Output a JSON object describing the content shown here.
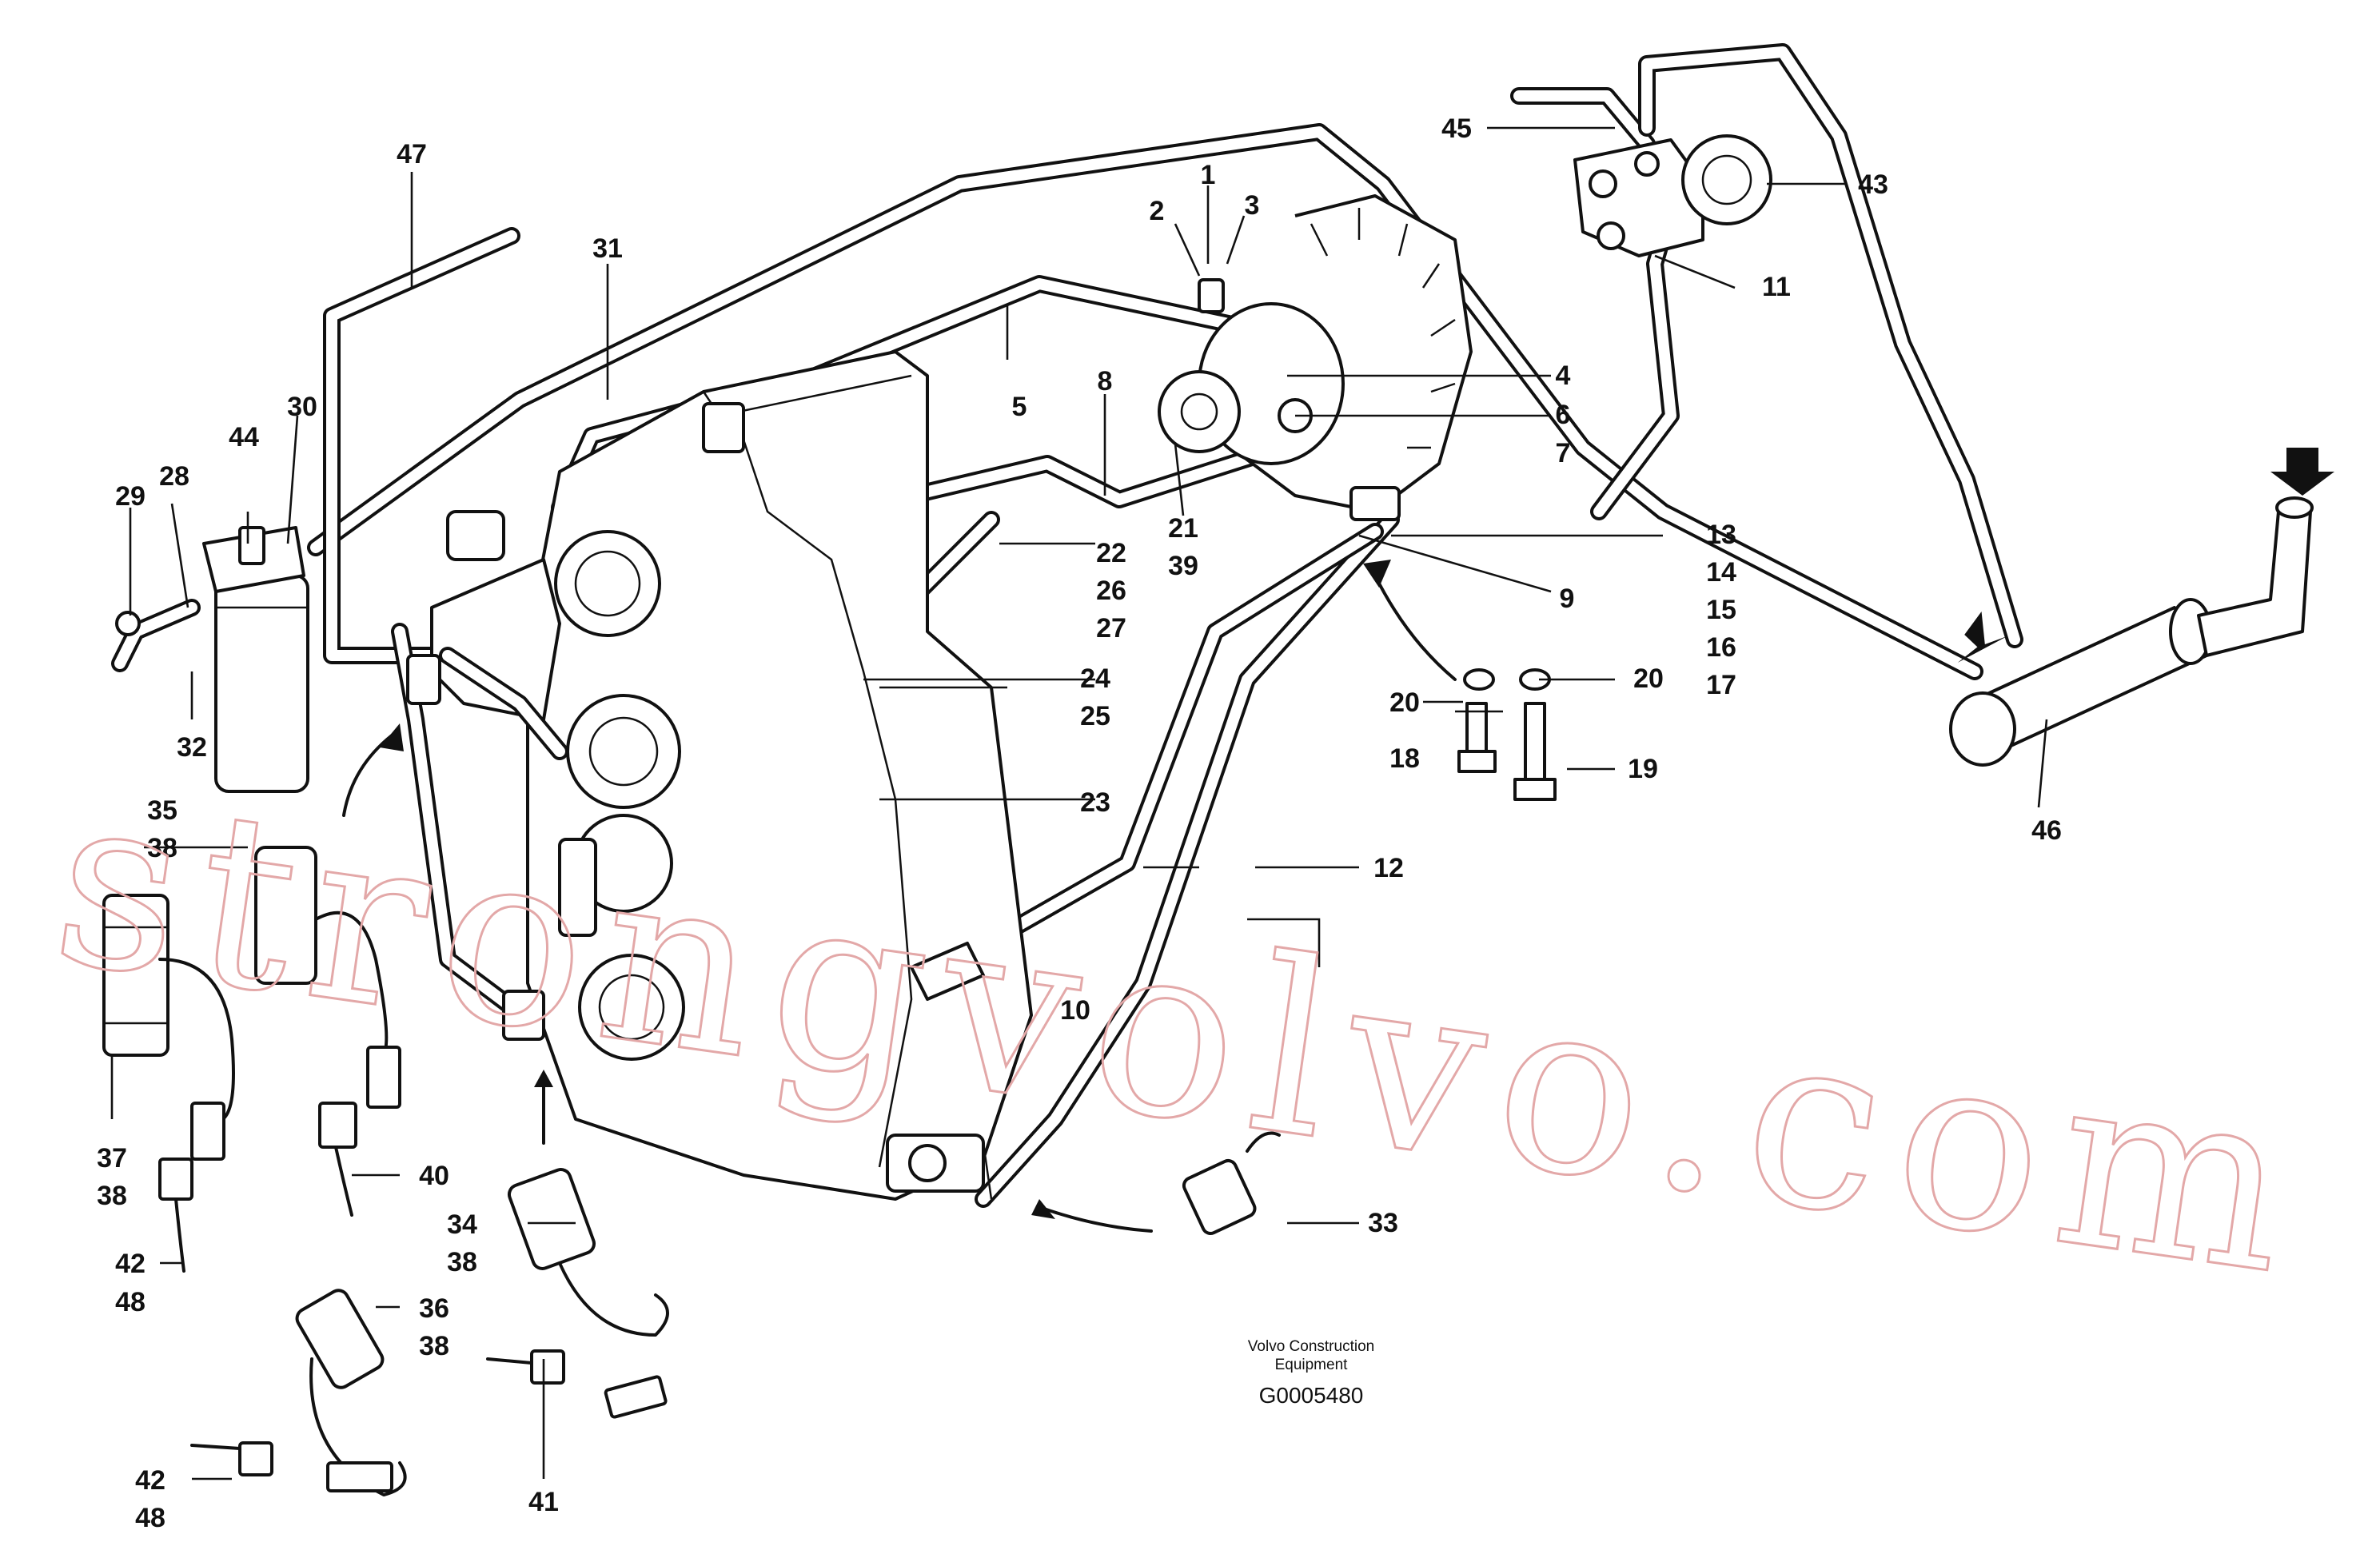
{
  "labels": [
    {
      "id": "1",
      "text": "1"
    },
    {
      "id": "2",
      "text": "2"
    },
    {
      "id": "3",
      "text": "3"
    },
    {
      "id": "4",
      "text": "4"
    },
    {
      "id": "5",
      "text": "5"
    },
    {
      "id": "6",
      "text": "6"
    },
    {
      "id": "7",
      "text": "7"
    },
    {
      "id": "8",
      "text": "8"
    },
    {
      "id": "9",
      "text": "9"
    },
    {
      "id": "10",
      "text": "10"
    },
    {
      "id": "11",
      "text": "11"
    },
    {
      "id": "12",
      "text": "12"
    },
    {
      "id": "13",
      "text": "13"
    },
    {
      "id": "14",
      "text": "14"
    },
    {
      "id": "15",
      "text": "15"
    },
    {
      "id": "16",
      "text": "16"
    },
    {
      "id": "17",
      "text": "17"
    },
    {
      "id": "18",
      "text": "18"
    },
    {
      "id": "19",
      "text": "19"
    },
    {
      "id": "20a",
      "text": "20"
    },
    {
      "id": "20b",
      "text": "20"
    },
    {
      "id": "21",
      "text": "21"
    },
    {
      "id": "22",
      "text": "22"
    },
    {
      "id": "23",
      "text": "23"
    },
    {
      "id": "24",
      "text": "24"
    },
    {
      "id": "25",
      "text": "25"
    },
    {
      "id": "26",
      "text": "26"
    },
    {
      "id": "27",
      "text": "27"
    },
    {
      "id": "28",
      "text": "28"
    },
    {
      "id": "29",
      "text": "29"
    },
    {
      "id": "30",
      "text": "30"
    },
    {
      "id": "31",
      "text": "31"
    },
    {
      "id": "32",
      "text": "32"
    },
    {
      "id": "33",
      "text": "33"
    },
    {
      "id": "34",
      "text": "34"
    },
    {
      "id": "35",
      "text": "35"
    },
    {
      "id": "36",
      "text": "36"
    },
    {
      "id": "37",
      "text": "37"
    },
    {
      "id": "38a",
      "text": "38"
    },
    {
      "id": "38b",
      "text": "38"
    },
    {
      "id": "38c",
      "text": "38"
    },
    {
      "id": "38d",
      "text": "38"
    },
    {
      "id": "38e",
      "text": "38"
    },
    {
      "id": "39",
      "text": "39"
    },
    {
      "id": "40",
      "text": "40"
    },
    {
      "id": "41",
      "text": "41"
    },
    {
      "id": "42a",
      "text": "42"
    },
    {
      "id": "42b",
      "text": "42"
    },
    {
      "id": "43",
      "text": "43"
    },
    {
      "id": "44",
      "text": "44"
    },
    {
      "id": "45",
      "text": "45"
    },
    {
      "id": "46",
      "text": "46"
    },
    {
      "id": "47",
      "text": "47"
    },
    {
      "id": "48a",
      "text": "48"
    },
    {
      "id": "48b",
      "text": "48"
    }
  ],
  "caption": {
    "line1": "Volvo Construction",
    "line2": "Equipment",
    "code": "G0005480"
  },
  "watermark": {
    "text": "strongvolvo.com",
    "color": "#e3a8a8"
  }
}
